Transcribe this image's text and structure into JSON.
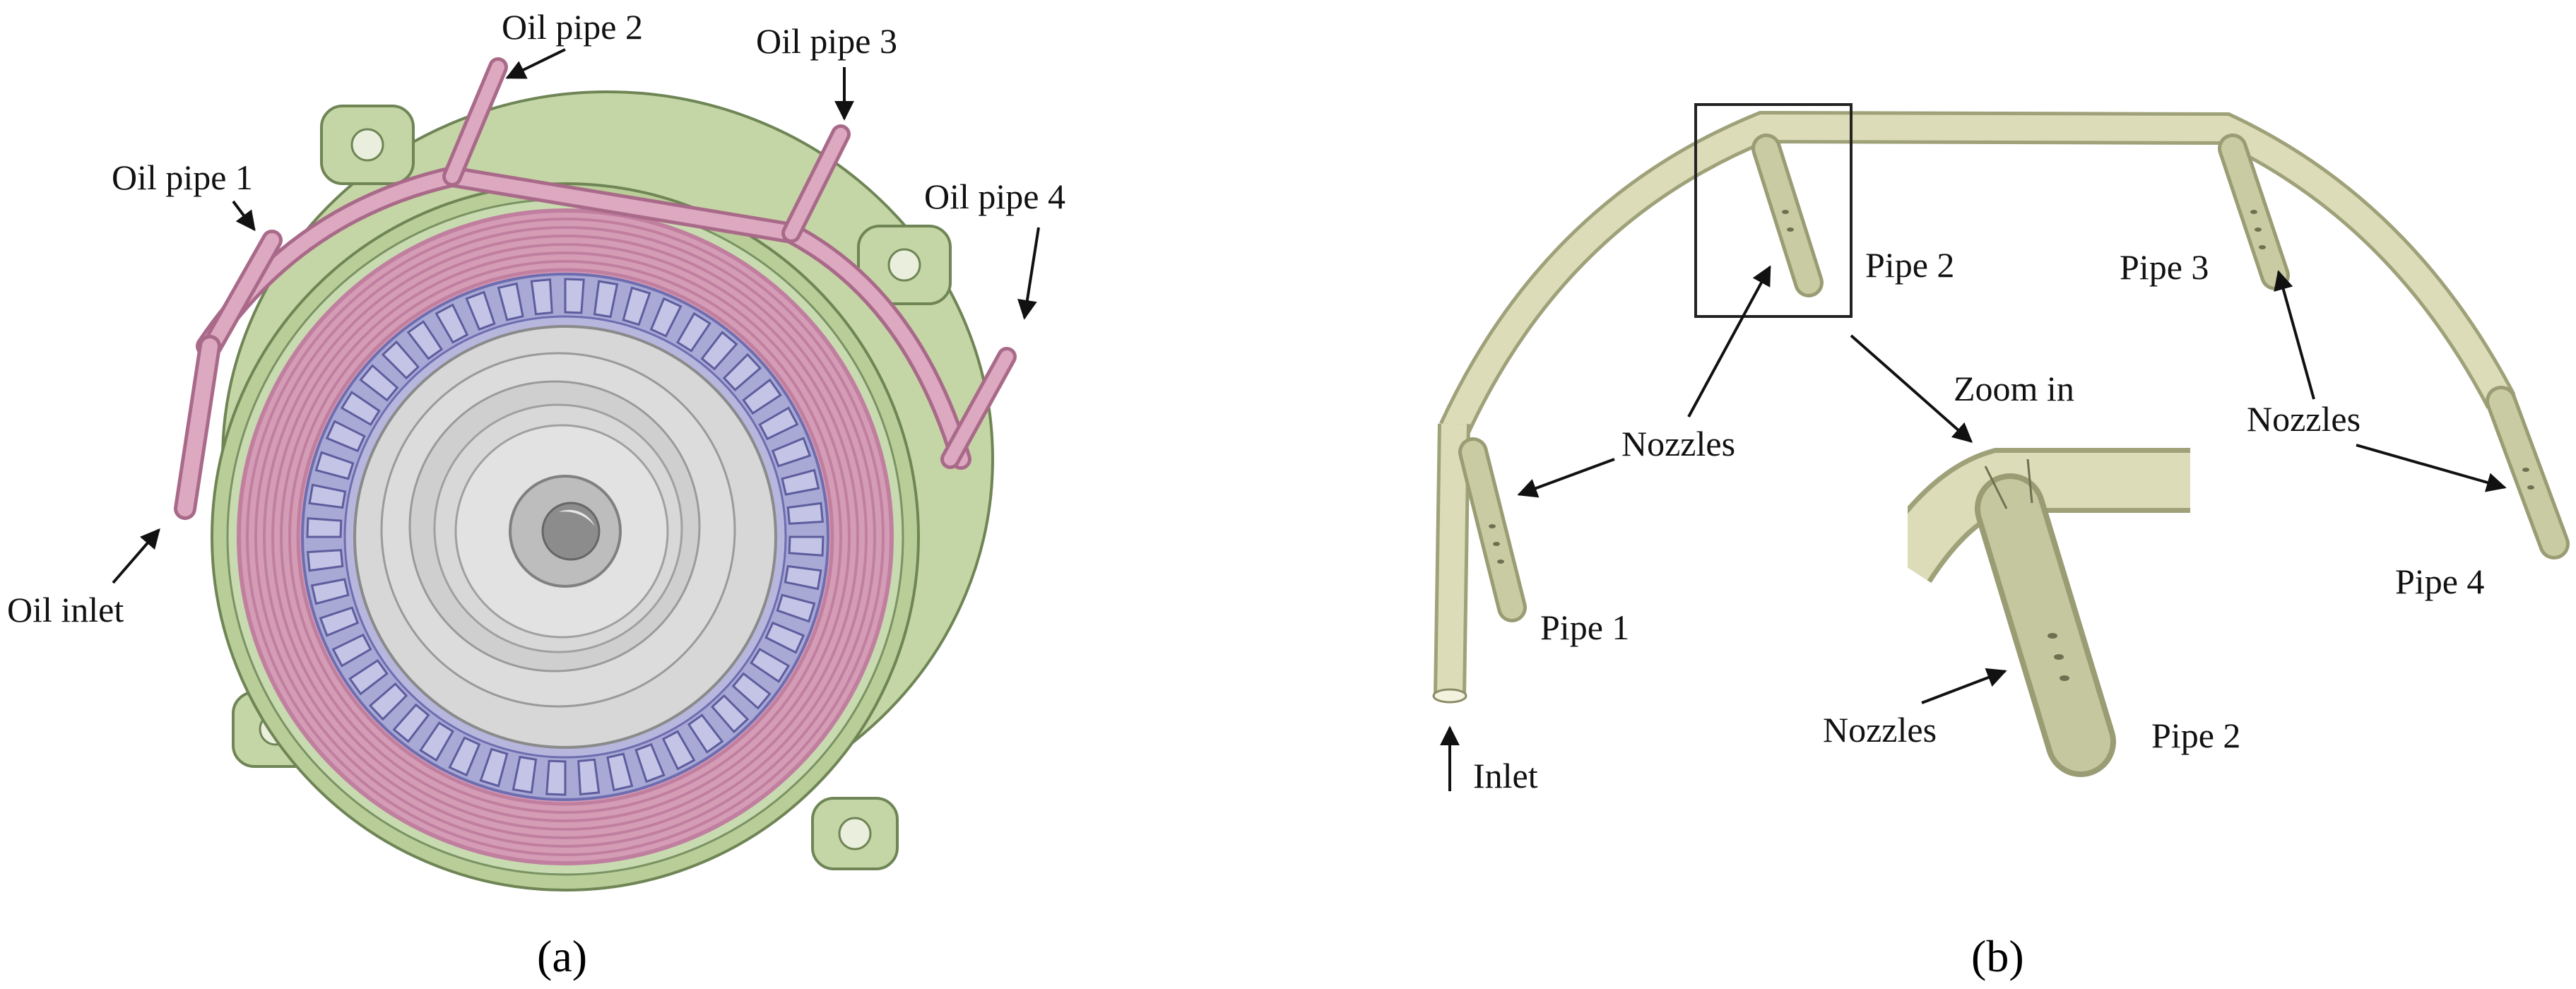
{
  "panel_a": {
    "labels": {
      "oil_pipe_1": "Oil pipe 1",
      "oil_pipe_2": "Oil pipe 2",
      "oil_pipe_3": "Oil pipe 3",
      "oil_pipe_4": "Oil pipe 4",
      "oil_inlet": "Oil inlet"
    },
    "caption": "(a)"
  },
  "panel_b": {
    "labels": {
      "pipe_1": "Pipe 1",
      "pipe_2": "Pipe 2",
      "pipe_3": "Pipe 3",
      "pipe_4": "Pipe 4",
      "nozzles_left": "Nozzles",
      "nozzles_right": "Nozzles",
      "nozzles_zoom": "Nozzles",
      "zoom_in": "Zoom in",
      "pipe_2_zoom": "Pipe 2",
      "inlet": "Inlet"
    },
    "caption": "(b)"
  },
  "colors": {
    "housing_green": "#c5d6a6",
    "coil_pink": "#d59cb6",
    "stator_lavender": "#a9a9d6",
    "rotor_gray": "#d7d7d7",
    "pipe_olive": "#d8d9b4"
  }
}
